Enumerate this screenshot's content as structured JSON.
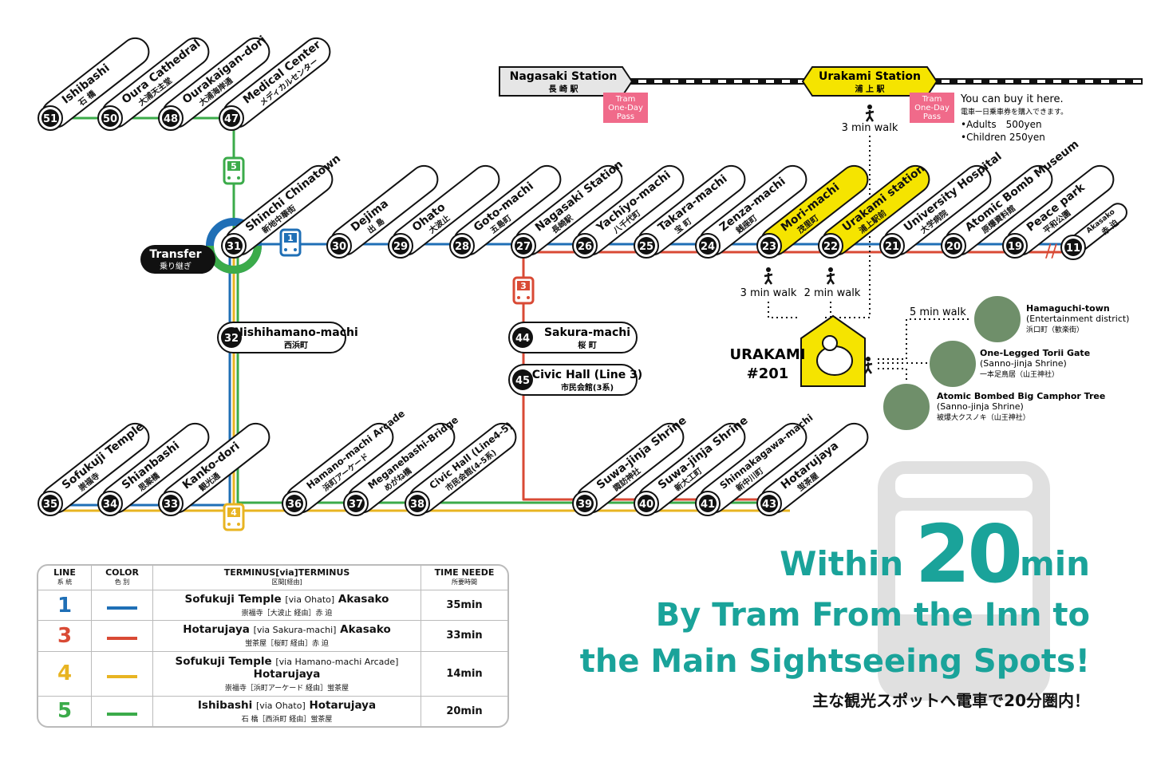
{
  "colors": {
    "line1": "#1f6fb6",
    "line3": "#d94a35",
    "line4": "#e8b422",
    "line5": "#3bab4a",
    "teal": "#1aa39a",
    "yellow": "#f5e400",
    "pink": "#f06a8a"
  },
  "stations_top": [
    {
      "num": "51",
      "en": "Ishibashi",
      "jp": "石 橋"
    },
    {
      "num": "50",
      "en": "Oura Cathedral",
      "jp": "大浦天主堂"
    },
    {
      "num": "48",
      "en": "Ourakaigan-dori",
      "jp": "大浦海岸通"
    },
    {
      "num": "47",
      "en": "Medical Center",
      "jp": "メディカルセンター"
    }
  ],
  "stations_main": [
    {
      "num": "31",
      "en": "Shinchi Chinatown",
      "jp": "新地中華街"
    },
    {
      "num": "30",
      "en": "Dejima",
      "jp": "出 島"
    },
    {
      "num": "29",
      "en": "Ohato",
      "jp": "大波止"
    },
    {
      "num": "28",
      "en": "Goto-machi",
      "jp": "五島町"
    },
    {
      "num": "27",
      "en": "Nagasaki Station",
      "jp": "長崎駅"
    },
    {
      "num": "26",
      "en": "Yachiyo-machi",
      "jp": "八千代町"
    },
    {
      "num": "25",
      "en": "Takara-machi",
      "jp": "宝 町"
    },
    {
      "num": "24",
      "en": "Zenza-machi",
      "jp": "銭座町"
    },
    {
      "num": "23",
      "en": "Mori-machi",
      "jp": "茂里町"
    },
    {
      "num": "22",
      "en": "Urakami station",
      "jp": "浦上駅前"
    },
    {
      "num": "21",
      "en": "University Hospital",
      "jp": "大学病院"
    },
    {
      "num": "20",
      "en": "Atomic Bomb Museum",
      "jp": "原爆資料館"
    },
    {
      "num": "19",
      "en": "Peace park",
      "jp": "平和公園"
    },
    {
      "num": "11",
      "en": "Akasako",
      "jp": "赤 迫"
    }
  ],
  "stations_bottom": [
    {
      "num": "35",
      "en": "Sofukuji Temple",
      "jp": "崇福寺"
    },
    {
      "num": "34",
      "en": "Shianbashi",
      "jp": "思案橋"
    },
    {
      "num": "33",
      "en": "Kanko-dori",
      "jp": "観光通"
    },
    {
      "num": "36",
      "en": "Hamano-machi Arcade",
      "jp": "浜町アーケード"
    },
    {
      "num": "37",
      "en": "Meganebashi-Bridge",
      "jp": "めがね橋"
    },
    {
      "num": "38",
      "en": "Civic Hall (Line4-5)",
      "jp": "市民会館(4-5系)"
    },
    {
      "num": "39",
      "en": "Suwa-jinja Shrine",
      "jp": "諏訪神社"
    },
    {
      "num": "40",
      "en": "Suwa-jinja Shrine",
      "jp": "新大工町"
    },
    {
      "num": "41",
      "en": "Shinnakagawa-machi",
      "jp": "新中川町"
    },
    {
      "num": "43",
      "en": "Hotarujaya",
      "jp": "蛍茶屋"
    }
  ],
  "station_32": {
    "num": "32",
    "en": "Nishihamano-machi",
    "jp": "西浜町"
  },
  "station_44": {
    "num": "44",
    "en": "Sakura-machi",
    "jp": "桜 町"
  },
  "station_45": {
    "num": "45",
    "en": "Civic Hall (Line 3)",
    "jp": "市民会館(3系)"
  },
  "line_badges": [
    "5",
    "1",
    "3",
    "4"
  ],
  "transfer": {
    "en": "Transfer",
    "jp": "乗り継ぎ"
  },
  "jr": {
    "nagasaki": {
      "en": "Nagasaki Station",
      "jp": "長 崎 駅"
    },
    "urakami": {
      "en": "Urakami Station",
      "jp": "浦 上 駅"
    },
    "pass": [
      "Tram",
      "One-Day",
      "Pass"
    ],
    "walk_urakami": "3 min walk",
    "buy_title": "You can buy it here.",
    "buy_jp": "電車一日乗車券を購入できます。",
    "adult": "•Adults　500yen",
    "child": "•Children 250yen"
  },
  "walks": {
    "mori": "3 min walk",
    "urakami": "2 min walk",
    "spots": "5 min walk"
  },
  "inn": {
    "name": "URAKAMI",
    "room": "#201"
  },
  "spots": [
    {
      "en": "Hamaguchi-town",
      "en2": "(Entertainment district)",
      "jp": "浜口町（歓楽街）"
    },
    {
      "en": "One-Legged Torii Gate",
      "en2": "(Sanno-jinja Shrine)",
      "jp": "一本足鳥居（山王神社）"
    },
    {
      "en": "Atomic Bombed Big Camphor Tree",
      "en2": "(Sanno-jinja Shrine)",
      "jp": "被爆大クスノキ（山王神社）"
    }
  ],
  "table": {
    "headers": [
      {
        "en": "LINE",
        "jp": "系 統"
      },
      {
        "en": "COLOR",
        "jp": "色 別"
      },
      {
        "en": "TERMINUS[via]TERMINUS",
        "jp": "区間[経由]"
      },
      {
        "en": "TIME NEEDE",
        "jp": "所要時間"
      }
    ],
    "rows": [
      {
        "line": "1",
        "color": "#1f6fb6",
        "from": "Sofukuji Temple",
        "via": "[via Ohato]",
        "to": "Akasako",
        "jp": "崇福寺［大波止 経由］赤 迫",
        "time": "35min"
      },
      {
        "line": "3",
        "color": "#d94a35",
        "from": "Hotarujaya",
        "via": "[via Sakura-machi]",
        "to": "Akasako",
        "jp": "蛍茶屋［桜町 経由］赤 迫",
        "time": "33min"
      },
      {
        "line": "4",
        "color": "#e8b422",
        "from": "Sofukuji Temple",
        "via": "[via Hamano-machi Arcade]",
        "to": "Hotarujaya",
        "jp": "崇福寺［浜町アーケード 経由］蛍茶屋",
        "time": "14min"
      },
      {
        "line": "5",
        "color": "#3bab4a",
        "from": "Ishibashi",
        "via": "[via Ohato]",
        "to": "Hotarujaya",
        "jp": "石 橋［西浜町 経由］蛍茶屋",
        "time": "20min"
      }
    ]
  },
  "headline": {
    "within": "Within",
    "twenty": "20",
    "min": "min",
    "line2": "By Tram From the Inn to",
    "line3": "the Main Sightseeing Spots!",
    "jp": "主な観光スポットへ電車で20分圏内！"
  }
}
